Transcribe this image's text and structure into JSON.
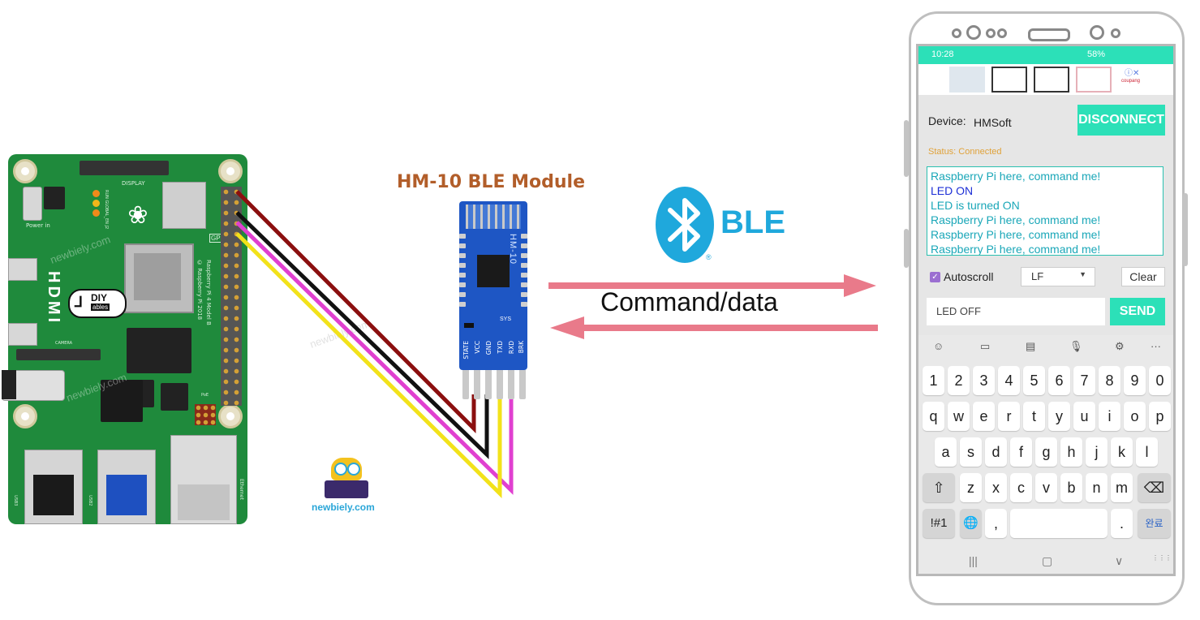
{
  "colors": {
    "board_green": "#1f8a3c",
    "module_blue": "#1e56c4",
    "title_orange": "#b25e2a",
    "ble_blue": "#1fa8dc",
    "arrow_pink": "#e97a8a",
    "app_accent": "#2ce0b8",
    "wire_red": "#8b0f0f",
    "wire_black": "#111111",
    "wire_magenta": "#e040d0",
    "wire_yellow": "#f2e21a"
  },
  "board": {
    "hdmi_text": "HDMI",
    "brand_line1": "DIY",
    "brand_line2": "ables",
    "model_text": "Raspberry Pi 4 Model B",
    "copyright_text": "© Raspberry Pi 2018",
    "gpio_label": "GPIO",
    "display_label": "DISPLAY",
    "camera_label": "CAMERA",
    "power_label": "Power in",
    "ethernet_label": "Ethernet",
    "usb3_label": "USB3",
    "usb2_label": "USB2",
    "poe_label": "PoE",
    "led_label": "RUN GLOBAL_EN J2"
  },
  "watermark": {
    "text": "newbiely.com",
    "logo_text": "newbiely.com"
  },
  "module": {
    "title": "HM-10 BLE Module",
    "label": "HM-10",
    "sys_label": "SYS",
    "pins": [
      "STATE",
      "VCC",
      "GND",
      "TXD",
      "RXD",
      "BRK"
    ]
  },
  "middle": {
    "ble_text": "BLE",
    "registered": "®",
    "command_text": "Command/data"
  },
  "phone": {
    "status_time": "10:28",
    "status_right": "58%",
    "ad_close": "ⓘ✕",
    "ad_brand": "coupang",
    "device_label": "Device:",
    "device_name": "HMSoft",
    "disconnect_label": "DISCONNECT",
    "status_text": "Status: Connected",
    "log_lines": [
      "Raspberry Pi here, command me!",
      "LED ON",
      "LED is turned ON",
      "Raspberry Pi here, command me!",
      "Raspberry Pi here, command me!",
      "Raspberry Pi here, command me!"
    ],
    "autoscroll_label": "Autoscroll",
    "autoscroll_checked": true,
    "line_ending_selected": "LF",
    "clear_label": "Clear",
    "input_value": "LED OFF",
    "send_label": "SEND",
    "keyboard": {
      "toolbar": [
        "☺",
        "▭",
        "▤",
        "🎙",
        "⚙",
        "···"
      ],
      "row_numbers": [
        "1",
        "2",
        "3",
        "4",
        "5",
        "6",
        "7",
        "8",
        "9",
        "0"
      ],
      "row_1": [
        "q",
        "w",
        "e",
        "r",
        "t",
        "y",
        "u",
        "i",
        "o",
        "p"
      ],
      "row_2": [
        "a",
        "s",
        "d",
        "f",
        "g",
        "h",
        "j",
        "k",
        "l"
      ],
      "row_3": [
        "z",
        "x",
        "c",
        "v",
        "b",
        "n",
        "m"
      ],
      "shift": "⇧",
      "backspace": "⌫",
      "symbols": "!#1",
      "globe": "🌐",
      "comma": ",",
      "period": ".",
      "done": "완료"
    },
    "nav": [
      "|||",
      "▢",
      "∨",
      "⋮⋮⋮"
    ]
  }
}
